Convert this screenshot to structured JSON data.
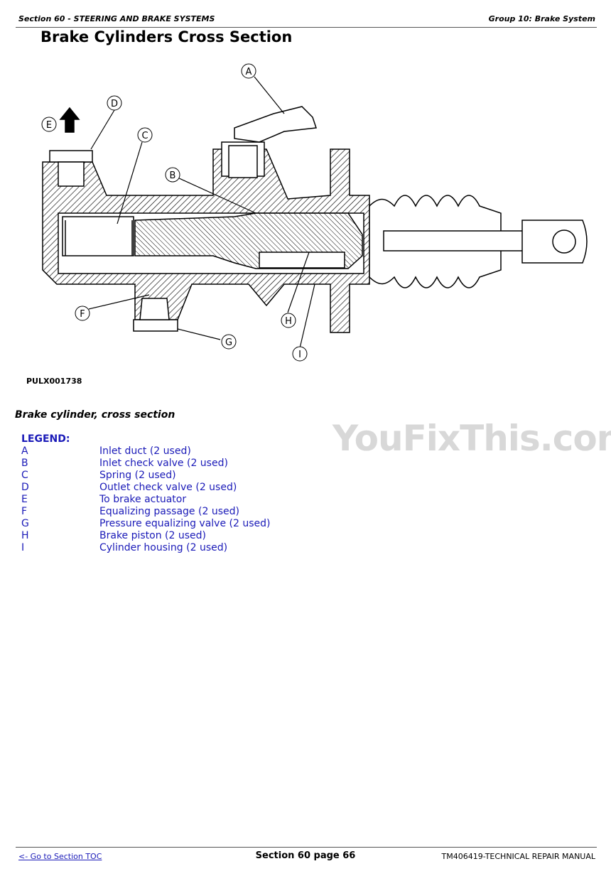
{
  "header": {
    "section": "Section 60 - STEERING AND BRAKE SYSTEMS",
    "group": "Group 10: Brake System"
  },
  "title": "Brake Cylinders Cross Section",
  "figure": {
    "id": "PULX001738",
    "callouts": [
      "A",
      "B",
      "C",
      "D",
      "E",
      "F",
      "G",
      "H",
      "I"
    ]
  },
  "caption": "Brake cylinder, cross section",
  "legend": {
    "title": "LEGEND:",
    "items": [
      {
        "key": "A",
        "label": "Inlet duct (2 used)"
      },
      {
        "key": "B",
        "label": "Inlet check valve (2 used)"
      },
      {
        "key": "C",
        "label": "Spring (2 used)"
      },
      {
        "key": "D",
        "label": "Outlet check valve (2 used)"
      },
      {
        "key": "E",
        "label": "To brake actuator"
      },
      {
        "key": "F",
        "label": "Equalizing passage (2 used)"
      },
      {
        "key": "G",
        "label": "Pressure equalizing valve (2 used)"
      },
      {
        "key": "H",
        "label": "Brake piston (2 used)"
      },
      {
        "key": "I",
        "label": "Cylinder housing (2 used)"
      }
    ]
  },
  "watermark": "YouFixThis.com",
  "footer": {
    "toc_link": "<- Go to Section TOC",
    "page": "Section 60 page 66",
    "manual": "TM406419-TECHNICAL REPAIR MANUAL"
  }
}
